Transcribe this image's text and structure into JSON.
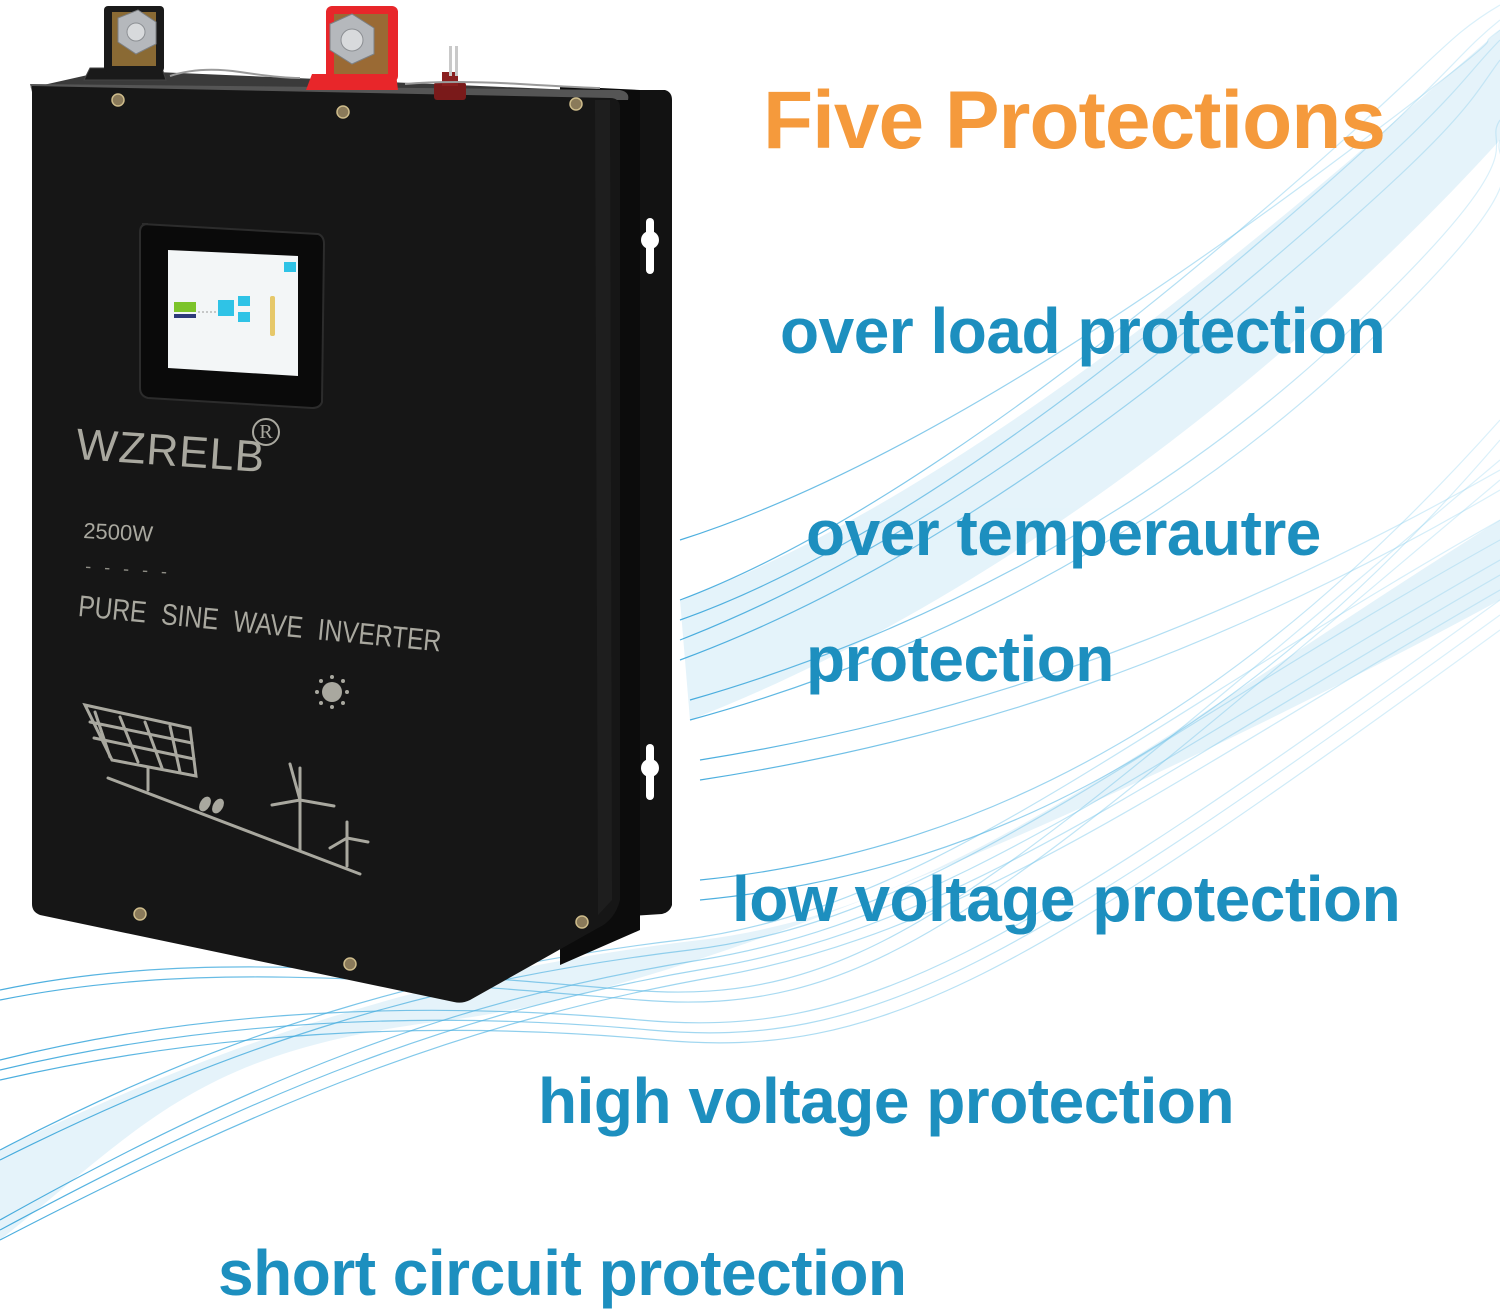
{
  "colors": {
    "title": "#f59a3c",
    "feature_text": "#1d8fbf",
    "device_body": "#161616",
    "device_label_ink": "#a9a89f",
    "terminal_positive": "#e8262a",
    "terminal_negative": "#1a1a1a",
    "wave_blue": "#2a9fd8",
    "screen_accent": "#2fc3e6",
    "screen_battery": "#7cc42a"
  },
  "heading": {
    "title": "Five Protections"
  },
  "features": [
    {
      "label": "over load protection"
    },
    {
      "label_line1": "over temperautre",
      "label_line2": "protection"
    },
    {
      "label": "low voltage protection"
    },
    {
      "label": "high voltage protection"
    },
    {
      "label": "short circuit protection"
    }
  ],
  "device": {
    "brand": "WZRELB",
    "registered_mark": "R",
    "power_rating": "2500W",
    "divider": "- - - - -",
    "product_type": "PURE SINE WAVE INVERTER",
    "icons": [
      "positive-terminal-icon",
      "negative-terminal-icon",
      "remote-switch-icon",
      "lcd-screen",
      "sun-icon",
      "solar-panel-icon",
      "wind-turbine-icon",
      "leaf-icon",
      "keyhole-mount-icon"
    ]
  }
}
